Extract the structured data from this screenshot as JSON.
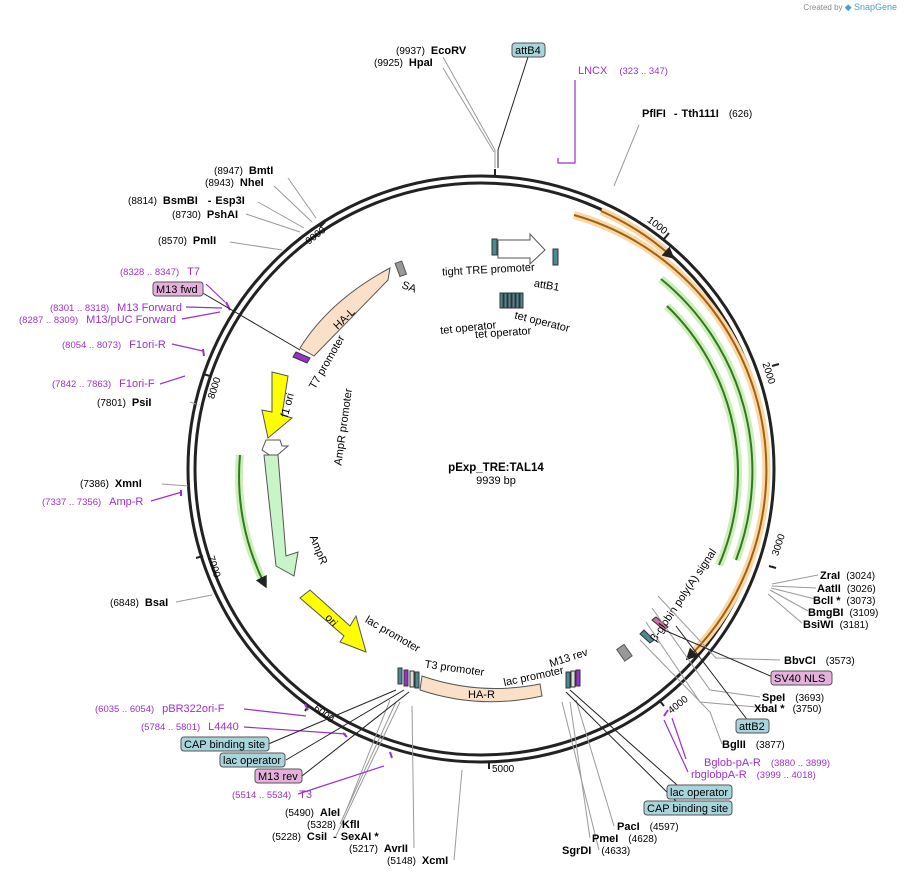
{
  "credit": {
    "prefix": "Created by",
    "brand": "SnapGene"
  },
  "plasmid": {
    "name": "pExp_TRE:TAL14",
    "length": "9939 bp"
  },
  "ticks": [
    "1000",
    "2000",
    "3000",
    "4000",
    "5000",
    "6000",
    "7000",
    "8000",
    "9000"
  ],
  "restriction_sites": [
    {
      "name": "EcoRV",
      "pos": "(9937)"
    },
    {
      "name": "HpaI",
      "pos": "(9925)"
    },
    {
      "name": "PflFI",
      "name2": "Tth111I",
      "pos": "(626)"
    },
    {
      "name": "BmtI",
      "pos": "(8947)"
    },
    {
      "name": "NheI",
      "pos": "(8943)"
    },
    {
      "name": "BsmBI",
      "name2": "Esp3I",
      "pos": "(8814)"
    },
    {
      "name": "PshAI",
      "pos": "(8730)"
    },
    {
      "name": "PmlI",
      "pos": "(8570)"
    },
    {
      "name": "PsiI",
      "pos": "(7801)"
    },
    {
      "name": "XmnI",
      "pos": "(7386)"
    },
    {
      "name": "BsaI",
      "pos": "(6848)"
    },
    {
      "name": "ZraI",
      "pos": "(3024)"
    },
    {
      "name": "AatII",
      "pos": "(3026)"
    },
    {
      "name": "BclI *",
      "pos": "(3073)"
    },
    {
      "name": "BmgBI",
      "pos": "(3109)"
    },
    {
      "name": "BsiWI",
      "pos": "(3181)"
    },
    {
      "name": "BbvCI",
      "pos": "(3573)"
    },
    {
      "name": "SpeI",
      "pos": "(3693)"
    },
    {
      "name": "XbaI *",
      "pos": "(3750)"
    },
    {
      "name": "BglII",
      "pos": "(3877)"
    },
    {
      "name": "PacI",
      "pos": "(4597)"
    },
    {
      "name": "PmeI",
      "pos": "(4628)"
    },
    {
      "name": "SgrDI",
      "pos": "(4633)"
    },
    {
      "name": "AleI",
      "pos": "(5490)"
    },
    {
      "name": "KflI",
      "pos": "(5328)"
    },
    {
      "name": "CsiI",
      "name2": "SexAI *",
      "pos": "(5228)"
    },
    {
      "name": "AvrII",
      "pos": "(5217)"
    },
    {
      "name": "XcmI",
      "pos": "(5148)"
    }
  ],
  "primers": [
    {
      "name": "LNCX",
      "pos": "(323 .. 347)"
    },
    {
      "name": "T7",
      "pos": "(8328 .. 8347)"
    },
    {
      "name": "M13 Forward",
      "pos": "(8301 .. 8318)"
    },
    {
      "name": "M13/pUC Forward",
      "pos": "(8287 .. 8309)"
    },
    {
      "name": "F1ori-R",
      "pos": "(8054 .. 8073)"
    },
    {
      "name": "F1ori-F",
      "pos": "(7842 .. 7863)"
    },
    {
      "name": "Amp-R",
      "pos": "(7337 .. 7356)"
    },
    {
      "name": "pBR322ori-F",
      "pos": "(6035 .. 6054)"
    },
    {
      "name": "L4440",
      "pos": "(5784 .. 5801)"
    },
    {
      "name": "T3",
      "pos": "(5514 .. 5534)"
    },
    {
      "name": "Bglob-pA-R",
      "pos": "(3880 .. 3899)"
    },
    {
      "name": "rbglobpA-R",
      "pos": "(3999 .. 4018)"
    }
  ],
  "boxed_features": {
    "attB4": "attB4",
    "m13fwd": "M13 fwd",
    "sv40nls": "SV40 NLS",
    "attB2": "attB2",
    "cap1": "CAP binding site",
    "lacop1": "lac operator",
    "m13rev": "M13 rev",
    "lacop2": "lac operator",
    "cap2": "CAP binding site"
  },
  "features": {
    "tight_tre": "tight TRE promoter",
    "attB1": "attB1",
    "tet_op1": "tet operator",
    "tet_op2": "tet operator",
    "tet_op3": "tet operator",
    "ha_l": "HA-L",
    "sa": "SA",
    "t7_promoter": "T7 promoter",
    "f1_ori": "f1 ori",
    "ampr_promoter": "AmpR promoter",
    "ampr": "AmpR",
    "ori": "ori",
    "lac_promoter1": "lac promoter",
    "t3_promoter": "T3 promoter",
    "ha_r": "HA-R",
    "lac_promoter2": "lac promoter",
    "m13_rev": "M13 rev",
    "bglob": "β-globin poly(A) signal"
  },
  "colors": {
    "backbone": "#222222",
    "primer": "#9b30d0",
    "orange_feature": "#f5a64a",
    "green_feature": "#3a8a2a",
    "ori_yellow": "#ffff00",
    "ampr_green": "#c8f5c8",
    "homology_arm": "#fbe0c8",
    "box_teal": "#a8d4dc",
    "box_pink": "#e6b0dc"
  }
}
